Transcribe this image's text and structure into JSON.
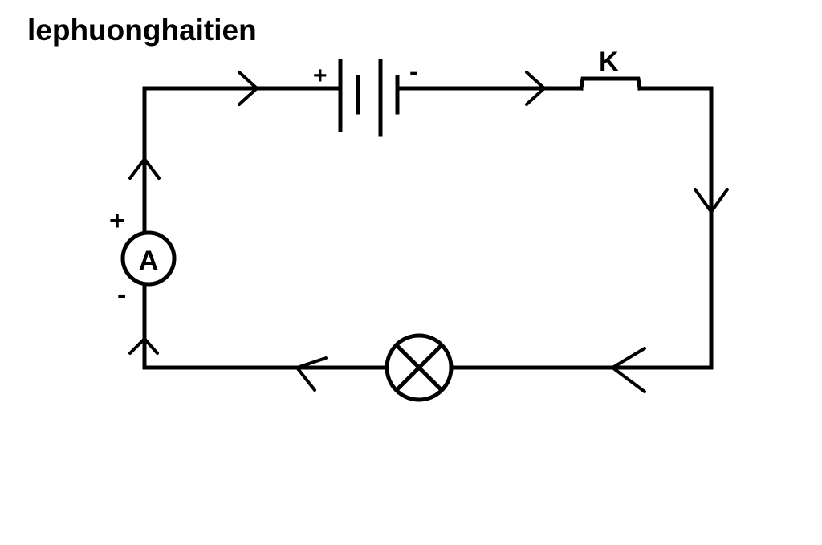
{
  "watermark": "lephuonghaitien",
  "labels": {
    "battery_plus": "+",
    "battery_minus": "-",
    "switch": "K",
    "ammeter": "A",
    "ammeter_plus": "+",
    "ammeter_minus": "-"
  },
  "colors": {
    "stroke": "#000000",
    "background": "#ffffff"
  }
}
